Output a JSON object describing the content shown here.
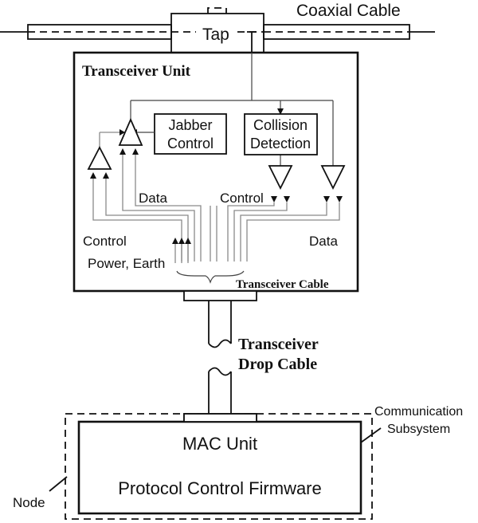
{
  "labels": {
    "coaxial_cable": "Coaxial Cable",
    "tap": "Tap",
    "transceiver_unit": "Transceiver Unit",
    "jabber_line1": "Jabber",
    "jabber_line2": "Control",
    "collision_line1": "Collision",
    "collision_line2": "Detection",
    "data_left": "Data",
    "control_mid": "Control",
    "control_left": "Control",
    "power_earth": "Power, Earth",
    "data_right": "Data",
    "transceiver_cable": "Transceiver Cable",
    "drop_cable_line1": "Transceiver",
    "drop_cable_line2": "Drop Cable",
    "comm_line1": "Communication",
    "comm_line2": "Subsystem",
    "mac_unit": "MAC Unit",
    "firmware": "Protocol Control Firmware",
    "node": "Node"
  }
}
